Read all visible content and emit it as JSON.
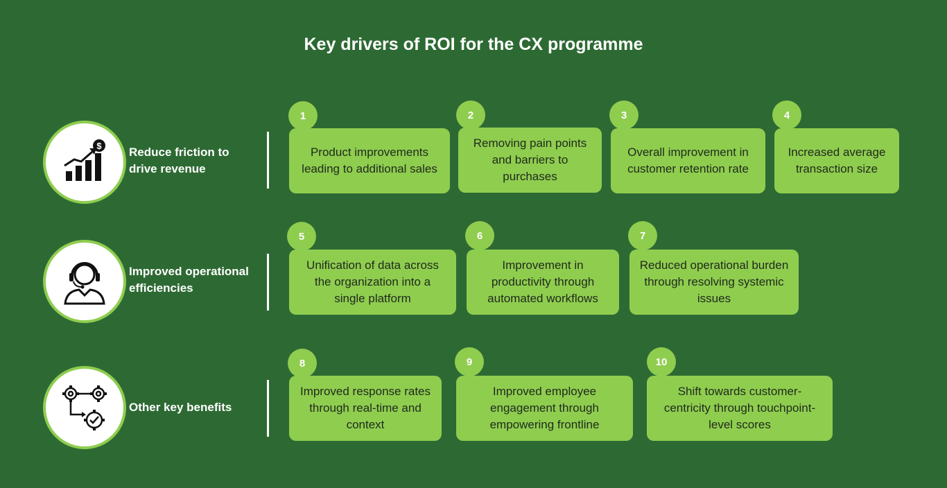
{
  "title": "Key drivers of ROI for the CX programme",
  "rows": [
    {
      "label": "Reduce friction to drive revenue",
      "icon": "growth-chart-dollar-icon"
    },
    {
      "label": "Improved operational efficiencies",
      "icon": "headset-agent-icon"
    },
    {
      "label": "Other key benefits",
      "icon": "gears-check-icon"
    }
  ],
  "drivers": [
    {
      "num": "1",
      "text": "Product improvements leading to additional sales"
    },
    {
      "num": "2",
      "text": "Removing pain points and barriers to purchases"
    },
    {
      "num": "3",
      "text": "Overall improvement in customer retention rate"
    },
    {
      "num": "4",
      "text": "Increased average transaction size"
    },
    {
      "num": "5",
      "text": "Unification of data across the organization into a single platform"
    },
    {
      "num": "6",
      "text": "Improvement in productivity through automated workflows"
    },
    {
      "num": "7",
      "text": "Reduced operational burden through resolving systemic issues"
    },
    {
      "num": "8",
      "text": "Improved response rates through real-time and context"
    },
    {
      "num": "9",
      "text": "Improved employee engagement through empowering frontline"
    },
    {
      "num": "10",
      "text": "Shift towards customer-centricity through touchpoint-level scores"
    }
  ],
  "colors": {
    "background": "#2d6a33",
    "accent": "#8fcd4f",
    "text_dark": "#1f2a1c"
  }
}
